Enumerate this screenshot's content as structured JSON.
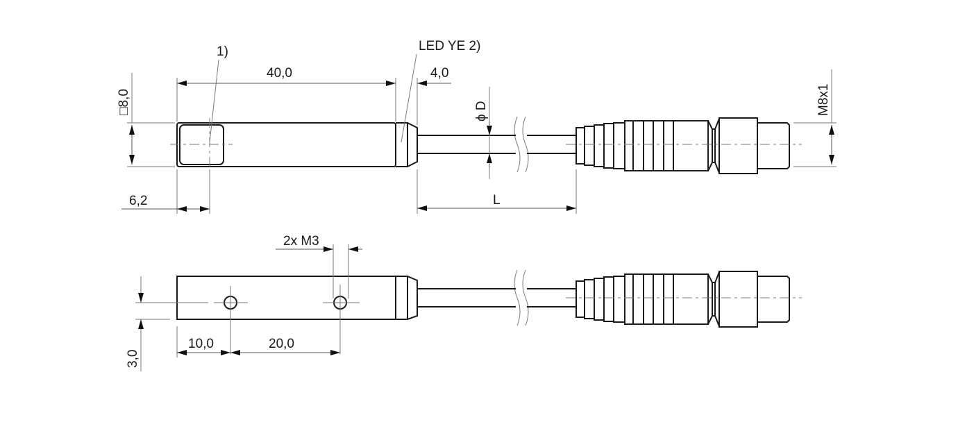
{
  "labels": {
    "note1": "1)",
    "led": "LED YE 2)",
    "length_body": "40,0",
    "length_cap": "4,0",
    "square_size": "□8,0",
    "diameter": "ϕ D",
    "sensor_offset": "6,2",
    "cable_length": "L",
    "thread": "M8x1",
    "mount_holes": "2x M3",
    "hole1_offset": "10,0",
    "hole_spacing": "20,0",
    "hole_height": "3,0"
  }
}
